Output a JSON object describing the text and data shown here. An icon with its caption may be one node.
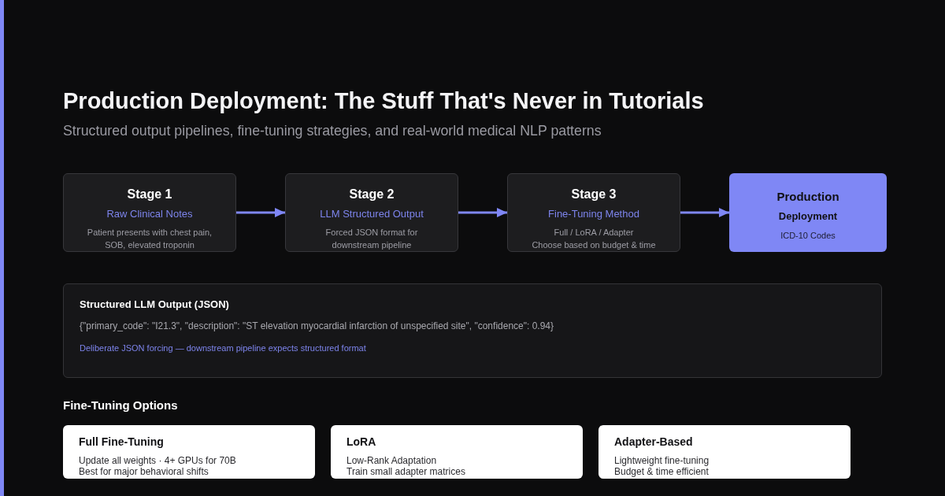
{
  "diagram": {
    "title": "Production Deployment: The Stuff That's Never in Tutorials",
    "nodes": [
      {
        "text": [
          "Stage 1",
          "Raw Clinical Notes",
          "Patient presents with chest pain, SOB, elevated troponin"
        ]
      },
      {
        "text": [
          "Stage 2",
          "LLM Structured Output",
          "Forced JSON format for downstream pipeline"
        ]
      },
      {
        "text": [
          "Stage 3",
          "Fine-Tuning Method",
          "Full / LoRA / Adapter",
          "Choose based on budget & time"
        ]
      },
      {
        "text": [
          "Production",
          "Deployment",
          "ICD-10 Codes"
        ]
      },
      {
        "text": [
          "Structured LLM Output (JSON)",
          "{\"primary_code\": \"I21.3\", \"description\": \"ST elevation myocardial infarction of unspecified site\", \"confidence\": 0.94}",
          "Deliberate JSON forcing — downstream pipeline expects structured format"
        ]
      },
      {
        "text": [
          "Full Fine-Tuning",
          "Update all weights · 4+ GPUs for 70B",
          "Best for major behavioral shifts"
        ]
      },
      {
        "text": [
          "LoRA",
          "Low-Rank Adaptation",
          "Train small adapter matrices"
        ]
      },
      {
        "text": [
          "Adapter-Based",
          "Lightweight fine-tuning",
          "Budget & time efficient"
        ]
      }
    ],
    "edges": [
      {
        "from": 0,
        "to": 1,
        "arrow": "to"
      },
      {
        "from": 1,
        "to": 2,
        "arrow": "to"
      },
      {
        "from": 2,
        "to": 3,
        "arrow": "to"
      }
    ],
    "labels": [
      "Structured output pipelines, fine-tuning strategies, and real-world medical NLP patterns",
      "Fine-Tuning Options"
    ]
  }
}
